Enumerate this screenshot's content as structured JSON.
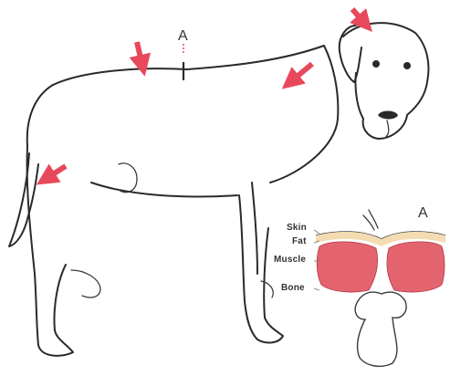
{
  "labels": {
    "marker_top": "A",
    "marker_inset": "A",
    "skin": "Skin",
    "fat": "Fat",
    "muscle": "Muscle",
    "bone": "Bone"
  },
  "colors": {
    "arrow": "#e8485b",
    "muscle": "#e3636e",
    "fat": "#f3dcb2",
    "outline": "#2a2a2a"
  },
  "injection_site_count": 4
}
